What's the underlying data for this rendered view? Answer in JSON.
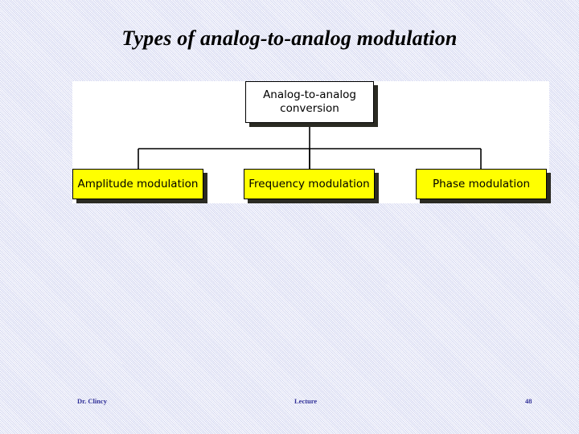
{
  "slide": {
    "title": "Types of analog-to-analog modulation",
    "background_color": "#e6e8f8",
    "canvas_color": "#ffffff"
  },
  "diagram": {
    "type": "tree",
    "root": {
      "label_line1": "Analog-to-analog",
      "label_line2": "conversion",
      "fill_color": "#ffffff",
      "border_color": "#000000",
      "shadow_color": "#2b2b23"
    },
    "children": [
      {
        "label": "Amplitude modulation",
        "fill_color": "#ffff00"
      },
      {
        "label": "Frequency modulation",
        "fill_color": "#ffff00"
      },
      {
        "label": "Phase modulation",
        "fill_color": "#ffff00"
      }
    ],
    "connector_color": "#000000"
  },
  "footer": {
    "author": "Dr. Clincy",
    "center": "Lecture",
    "page": "48",
    "text_color": "#333399"
  }
}
